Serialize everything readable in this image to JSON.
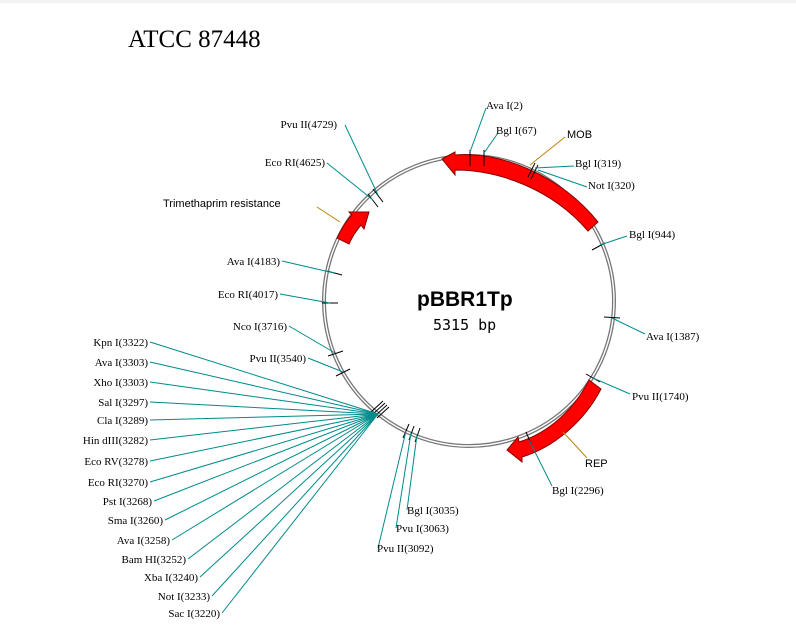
{
  "header": {
    "title": "ATCC 87448"
  },
  "plasmid": {
    "name": "pBBR1Tp",
    "size": "5315 bp"
  },
  "colors": {
    "feature_fill": "#ff0000",
    "feature_stroke": "#8b0000",
    "leader": "#008b8b",
    "feature_leader": "#b8860b",
    "backbone": "#777777"
  },
  "features": [
    {
      "label": "MOB"
    },
    {
      "label": "REP"
    },
    {
      "label": "Trimethaprim resistance"
    }
  ],
  "sites": [
    {
      "label": "Ava I(2)"
    },
    {
      "label": "Bgl I(67)"
    },
    {
      "label": "Bgl I(319)"
    },
    {
      "label": "Not I(320)"
    },
    {
      "label": "Bgl I(944)"
    },
    {
      "label": "Ava I(1387)"
    },
    {
      "label": "Pvu II(1740)"
    },
    {
      "label": "Bgl I(2296)"
    },
    {
      "label": "Bgl I(3035)"
    },
    {
      "label": "Pvu I(3063)"
    },
    {
      "label": "Pvu II(3092)"
    },
    {
      "label": "Kpn I(3322)"
    },
    {
      "label": "Ava I(3303)"
    },
    {
      "label": "Xho I(3303)"
    },
    {
      "label": "Sal I(3297)"
    },
    {
      "label": "Cla I(3289)"
    },
    {
      "label": "Hin dIII(3282)"
    },
    {
      "label": "Eco RV(3278)"
    },
    {
      "label": "Eco RI(3270)"
    },
    {
      "label": "Pst I(3268)"
    },
    {
      "label": "Sma I(3260)"
    },
    {
      "label": "Ava I(3258)"
    },
    {
      "label": "Bam HI(3252)"
    },
    {
      "label": "Xba I(3240)"
    },
    {
      "label": "Not I(3233)"
    },
    {
      "label": "Sac I(3220)"
    },
    {
      "label": "Pvu II(3540)"
    },
    {
      "label": "Nco I(3716)"
    },
    {
      "label": "Eco RI(4017)"
    },
    {
      "label": "Ava I(4183)"
    },
    {
      "label": "Eco RI(4625)"
    },
    {
      "label": "Pvu II(4729)"
    }
  ]
}
